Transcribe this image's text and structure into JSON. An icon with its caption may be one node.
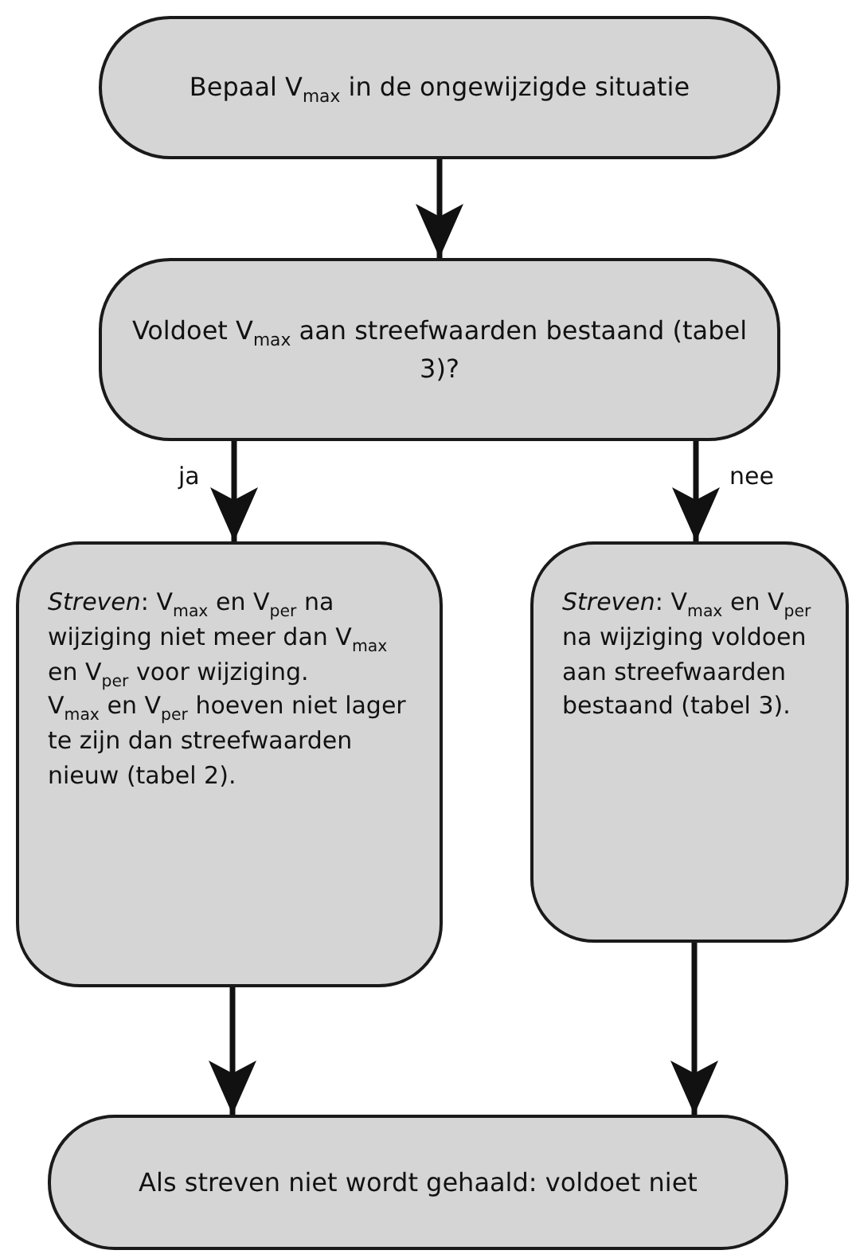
{
  "diagram": {
    "nodes": [
      {
        "text": [
          "Bepaal V$_{max}$ in de ongewijzigde situatie"
        ]
      },
      {
        "text": [
          "Voldoet V$_{max}$ aan streefwaarden bestaand (tabel 3)?"
        ]
      },
      {
        "text": [
          "*Streven*: V$_{max}$ en V$_{per}$ na wijziging niet meer dan V$_{max}$ en V$_{per}$ voor wijziging.",
          "V$_{max}$ en V$_{per}$ hoeven niet lager te zijn dan streefwaarden nieuw (tabel 2)."
        ]
      },
      {
        "text": [
          "*Streven*: V$_{max}$ en V$_{per}$ na wijziging voldoen aan streefwaarden bestaand (tabel 3)."
        ]
      },
      {
        "text": [
          "Als streven niet wordt gehaald: voldoet niet"
        ]
      }
    ],
    "edges": [
      {
        "from": 0,
        "to": 1,
        "arrow": "to"
      },
      {
        "from": 1,
        "to": 2,
        "arrow": "to",
        "label": "ja"
      },
      {
        "from": 1,
        "to": 3,
        "arrow": "to",
        "label": "nee"
      },
      {
        "from": 2,
        "to": 4,
        "arrow": "to"
      },
      {
        "from": 3,
        "to": 4,
        "arrow": "to"
      }
    ]
  }
}
